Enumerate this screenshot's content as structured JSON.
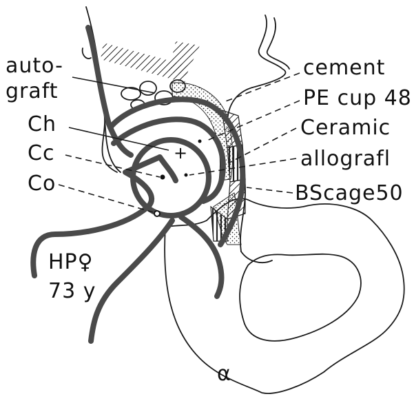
{
  "labels": {
    "autograft_1": "auto-",
    "autograft_2": "graft",
    "ch": "Ch",
    "cc": "Cc",
    "co": "Co",
    "cement": "cement",
    "pe_cup": "PE cup 48",
    "ceramic": "Ceramic",
    "allograft": "allografl",
    "bs_cage": "BScage50",
    "patient_1": "HP♀",
    "patient_2": "73 y",
    "alpha": "α"
  },
  "colors": {
    "ink": "#1a1a1a",
    "implant_stroke": "#4a4a4a",
    "background": "#ffffff"
  }
}
